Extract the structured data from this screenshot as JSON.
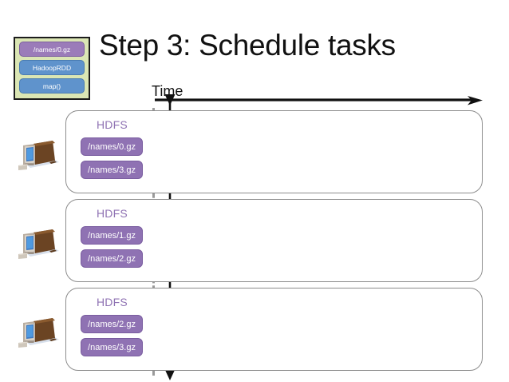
{
  "slide": {
    "title": "Step 3: Schedule tasks"
  },
  "legend": {
    "name": "rdd-lineage-legend",
    "frame_color": "#dbe6b4",
    "items": [
      {
        "label": "/names/0.gz",
        "kind": "hdfs-block",
        "color": "#9b7cb9"
      },
      {
        "label": "HadoopRDD",
        "kind": "rdd",
        "color": "#5f93cc"
      },
      {
        "label": "map()",
        "kind": "rdd",
        "color": "#5f93cc"
      }
    ]
  },
  "timeline": {
    "axis_label": "Time",
    "axis_color": "#111111",
    "marker_line_color": "#111111",
    "boundary_line_color": "#9a9a9a",
    "boundary_line_style": "dashed"
  },
  "nodes": [
    {
      "storage_label": "HDFS",
      "storage_label_color": "#8f72b3",
      "icon": "desktop-computer-icon",
      "blocks": [
        {
          "label": "/names/0.gz",
          "color": "#8f72b3"
        },
        {
          "label": "/names/3.gz",
          "color": "#8f72b3"
        }
      ],
      "tasks": []
    },
    {
      "storage_label": "HDFS",
      "storage_label_color": "#8f72b3",
      "icon": "desktop-computer-icon",
      "blocks": [
        {
          "label": "/names/1.gz",
          "color": "#8f72b3"
        },
        {
          "label": "/names/2.gz",
          "color": "#8f72b3"
        }
      ],
      "tasks": []
    },
    {
      "storage_label": "HDFS",
      "storage_label_color": "#8f72b3",
      "icon": "desktop-computer-icon",
      "blocks": [
        {
          "label": "/names/2.gz",
          "color": "#8f72b3"
        },
        {
          "label": "/names/3.gz",
          "color": "#8f72b3"
        }
      ],
      "tasks": []
    }
  ]
}
